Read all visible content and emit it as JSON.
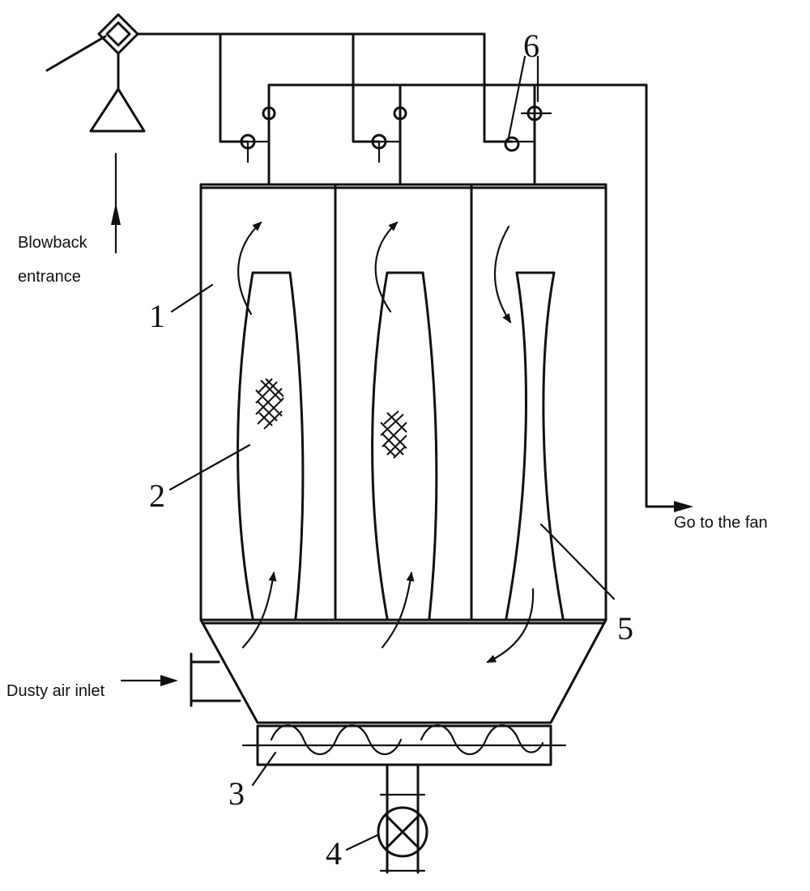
{
  "labels": {
    "blowback_line1": "Blowback",
    "blowback_line2": "entrance",
    "fan": "Go to the fan",
    "dusty": "Dusty air inlet"
  },
  "numbers": {
    "n1": "1",
    "n2": "2",
    "n3": "3",
    "n4": "4",
    "n5": "5",
    "n6": "6"
  }
}
